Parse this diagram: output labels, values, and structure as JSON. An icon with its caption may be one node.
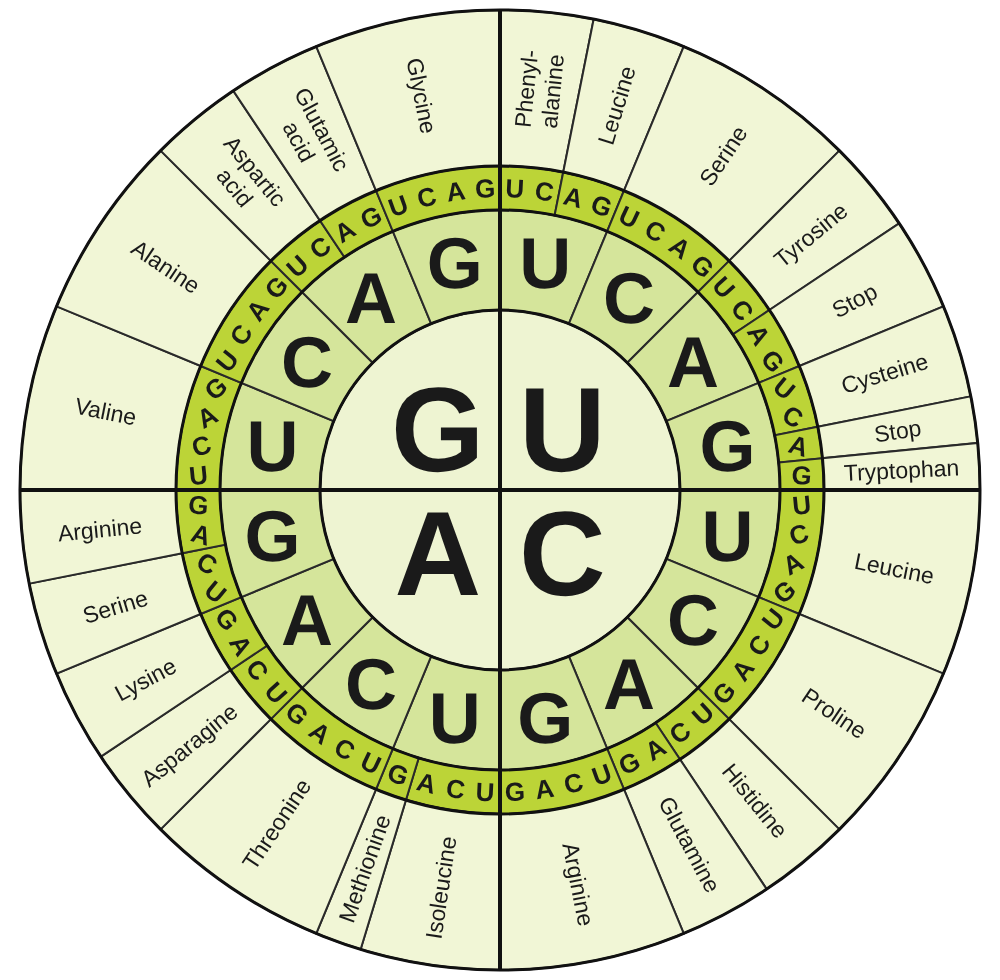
{
  "diagram": {
    "nodes": [
      {
        "text": [
          "G"
        ]
      },
      {
        "text": [
          "U"
        ]
      },
      {
        "text": [
          "A"
        ]
      },
      {
        "text": [
          "C"
        ]
      },
      {
        "text": [
          "U"
        ]
      },
      {
        "text": [
          "C"
        ]
      },
      {
        "text": [
          "A"
        ]
      },
      {
        "text": [
          "G"
        ]
      },
      {
        "text": [
          "U"
        ]
      },
      {
        "text": [
          "C"
        ]
      },
      {
        "text": [
          "A"
        ]
      },
      {
        "text": [
          "G"
        ]
      },
      {
        "text": [
          "U"
        ]
      },
      {
        "text": [
          "C"
        ]
      },
      {
        "text": [
          "A"
        ]
      },
      {
        "text": [
          "G"
        ]
      },
      {
        "text": [
          "U"
        ]
      },
      {
        "text": [
          "C"
        ]
      },
      {
        "text": [
          "A"
        ]
      },
      {
        "text": [
          "G"
        ]
      },
      {
        "text": [
          "U",
          "C"
        ]
      },
      {
        "text": [
          "A",
          "G"
        ]
      },
      {
        "text": [
          "U",
          "C",
          "A",
          "G"
        ]
      },
      {
        "text": [
          "U",
          "C"
        ]
      },
      {
        "text": [
          "A",
          "G"
        ]
      },
      {
        "text": [
          "U",
          "C"
        ]
      },
      {
        "text": [
          "A"
        ]
      },
      {
        "text": [
          "G"
        ]
      },
      {
        "text": [
          "U",
          "C",
          "A",
          "G"
        ]
      },
      {
        "text": [
          "U",
          "C",
          "A",
          "G"
        ]
      },
      {
        "text": [
          "U",
          "C"
        ]
      },
      {
        "text": [
          "A",
          "G"
        ]
      },
      {
        "text": [
          "U",
          "C",
          "A",
          "G"
        ]
      },
      {
        "text": [
          "U",
          "C",
          "A"
        ]
      },
      {
        "text": [
          "G"
        ]
      },
      {
        "text": [
          "U",
          "C",
          "A",
          "G"
        ]
      },
      {
        "text": [
          "U",
          "C"
        ]
      },
      {
        "text": [
          "A",
          "G"
        ]
      },
      {
        "text": [
          "U",
          "C"
        ]
      },
      {
        "text": [
          "A",
          "G"
        ]
      },
      {
        "text": [
          "U",
          "C",
          "A",
          "G"
        ]
      },
      {
        "text": [
          "U",
          "C",
          "A",
          "G"
        ]
      },
      {
        "text": [
          "U",
          "C"
        ]
      },
      {
        "text": [
          "A",
          "G"
        ]
      },
      {
        "text": [
          "U",
          "C",
          "A",
          "G"
        ]
      },
      {
        "text": [
          "Phenyl- alanine"
        ]
      },
      {
        "text": [
          "Leucine"
        ]
      },
      {
        "text": [
          "Serine"
        ]
      },
      {
        "text": [
          "Tyrosine"
        ]
      },
      {
        "text": [
          "Stop"
        ]
      },
      {
        "text": [
          "Cysteine"
        ]
      },
      {
        "text": [
          "Stop"
        ]
      },
      {
        "text": [
          "Tryptophan"
        ]
      },
      {
        "text": [
          "Leucine"
        ]
      },
      {
        "text": [
          "Proline"
        ]
      },
      {
        "text": [
          "Histidine"
        ]
      },
      {
        "text": [
          "Glutamine"
        ]
      },
      {
        "text": [
          "Arginine"
        ]
      },
      {
        "text": [
          "Isoleucine"
        ]
      },
      {
        "text": [
          "Methionine"
        ]
      },
      {
        "text": [
          "Threonine"
        ]
      },
      {
        "text": [
          "Asparagine"
        ]
      },
      {
        "text": [
          "Lysine"
        ]
      },
      {
        "text": [
          "Serine"
        ]
      },
      {
        "text": [
          "Arginine"
        ]
      },
      {
        "text": [
          "Valine"
        ]
      },
      {
        "text": [
          "Alanine"
        ]
      },
      {
        "text": [
          "Aspartic acid"
        ]
      },
      {
        "text": [
          "Glutamic acid"
        ]
      },
      {
        "text": [
          "Glycine"
        ]
      }
    ]
  }
}
